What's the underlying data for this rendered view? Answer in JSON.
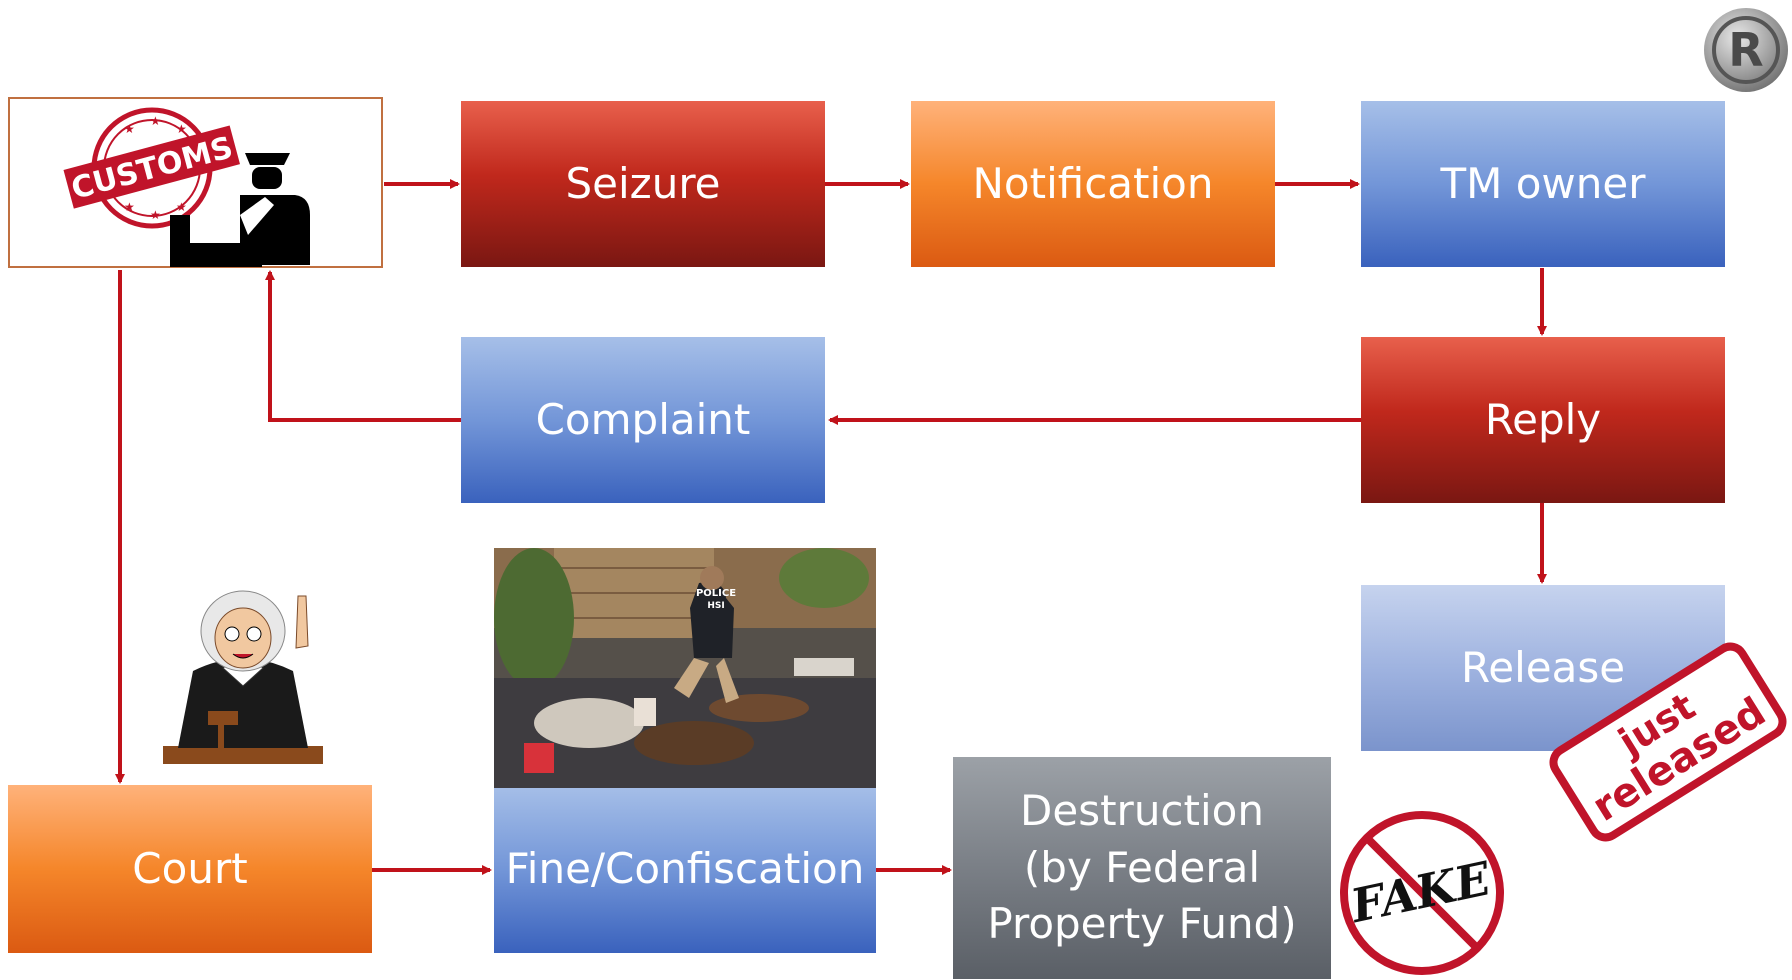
{
  "colors": {
    "arrow": "#c0121a",
    "customs_border": "#c07040",
    "stamp_red": "#c0142a"
  },
  "icons": [
    "customs-stamp-icon",
    "customs-officer-icon",
    "registered-trademark-icon",
    "judge-icon",
    "seized-goods-photo",
    "just-released-stamp-icon",
    "fake-prohibited-icon"
  ],
  "customs": {
    "stamp_text": "CUSTOMS"
  },
  "nodes": {
    "seizure": "Seizure",
    "notification": "Notification",
    "tm_owner": "TM owner",
    "reply": "Reply",
    "complaint": "Complaint",
    "release": "Release",
    "court": "Court",
    "fine": "Fine/Confiscation",
    "destruction_l1": "Destruction",
    "destruction_l2": "(by Federal",
    "destruction_l3": "Property Fund)"
  },
  "stamps": {
    "just": "just",
    "released": "released",
    "fake": "FAKE"
  },
  "photo": {
    "vest_text_1": "POLICE",
    "vest_text_2": "HSI"
  },
  "registered_mark": "R"
}
